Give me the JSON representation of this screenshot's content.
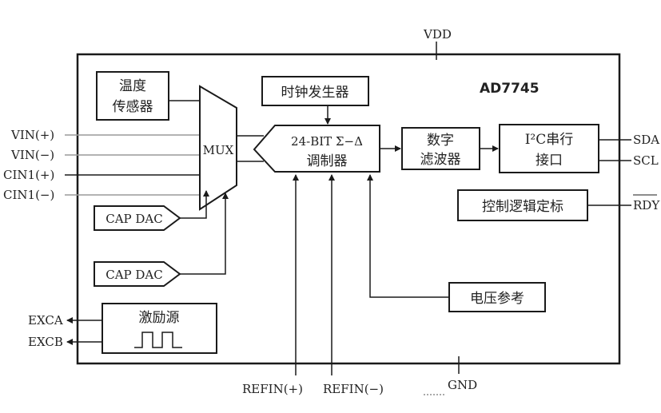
{
  "chip": {
    "name": "AD7745"
  },
  "pins": {
    "vdd": "VDD",
    "gnd": "GND",
    "vin_pos": "VIN(+)",
    "vin_neg": "VIN(−)",
    "cin_pos": "CIN1(+)",
    "cin_neg": "CIN1(−)",
    "excb": "EXCB",
    "exca": "EXCA",
    "sda": "SDA",
    "scl": "SCL",
    "rdy": "RDY",
    "refin_pos": "REFIN(+)",
    "refin_neg": "REFIN(−)"
  },
  "blocks": {
    "temp_sensor": [
      "温度",
      "传感器"
    ],
    "clock_gen": "时钟发生器",
    "mux": "MUX",
    "modulator": [
      "24-BIT Σ−Δ",
      "调制器"
    ],
    "digital_filter": [
      "数字",
      "滤波器"
    ],
    "i2c_interface": [
      "I²C串行",
      "接口"
    ],
    "control_logic": "控制逻辑定标",
    "cap_dac_1": "CAP DAC",
    "cap_dac_2": "CAP DAC",
    "excitation": "激励源",
    "voltage_ref": "电压参考"
  },
  "colors": {
    "line": "#1a1a1a",
    "gray_wire": "#9a9a9a"
  }
}
